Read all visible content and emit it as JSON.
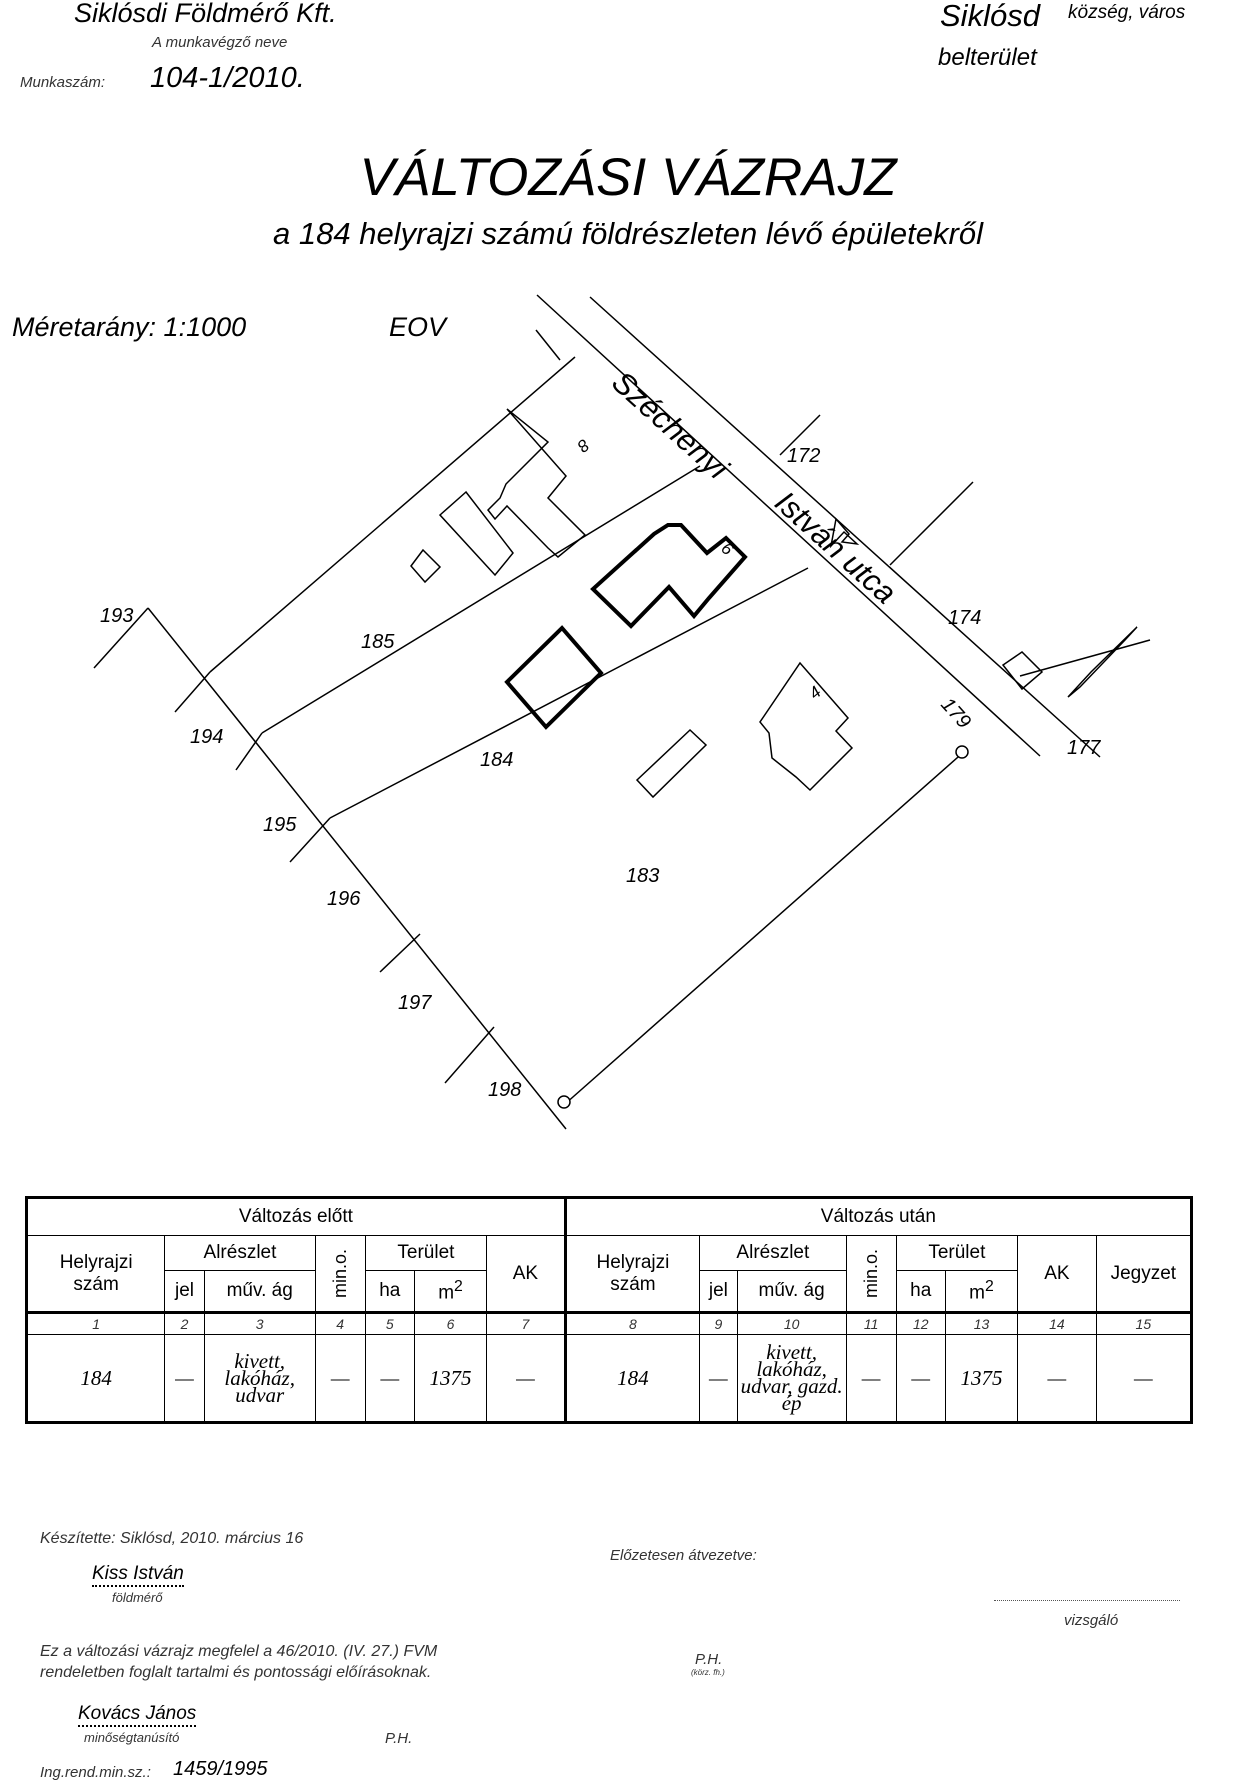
{
  "header": {
    "firm": "Siklósdi Földmérő Kft.",
    "firm_caption": "A munkavégző neve",
    "worknum_label": "Munkaszám:",
    "worknum": "104-1/2010.",
    "town": "Siklósd",
    "town_caption": "község, város",
    "area": "belterület"
  },
  "title": "VÁLTOZÁSI VÁZRAJZ",
  "subtitle": "a 184 helyrajzi számú földrészleten lévő épületekről",
  "scale": "Méretarány: 1:1000",
  "projection": "EOV",
  "map": {
    "street_1": "Széchenyi",
    "street_2": "István utca",
    "parcels": {
      "p193": "193",
      "p194": "194",
      "p195": "195",
      "p196": "196",
      "p197": "197",
      "p198": "198",
      "p185": "185",
      "p184": "184",
      "p183": "183",
      "p172": "172",
      "p174": "174",
      "p177": "177",
      "p179": "179"
    },
    "house_numbers": {
      "h8": "8",
      "h6": "6",
      "h4": "4"
    }
  },
  "table": {
    "before": "Változás előtt",
    "after": "Változás után",
    "hrsz": [
      "Helyrajzi",
      "szám"
    ],
    "subdivision": "Alrészlet",
    "area": "Terület",
    "jel": "jel",
    "muv_ag": "műv. ág",
    "min_o": "min.o.",
    "ha": "ha",
    "m2": "m",
    "m2_sup": "2",
    "ak": "AK",
    "note": "Jegyzet",
    "col_numbers": [
      "1",
      "2",
      "3",
      "4",
      "5",
      "6",
      "7",
      "8",
      "9",
      "10",
      "11",
      "12",
      "13",
      "14",
      "15"
    ],
    "row_before": {
      "hrsz": "184",
      "jel": "—",
      "muv_ag": [
        "kivett,",
        "lakóház,",
        "udvar"
      ],
      "min_o": "—",
      "ha": "—",
      "m2": "1375",
      "ak": "—"
    },
    "row_after": {
      "hrsz": "184",
      "jel": "—",
      "muv_ag": [
        "kivett,",
        "lakóház,",
        "udvar, gazd.",
        "ép"
      ],
      "min_o": "—",
      "ha": "—",
      "m2": "1375",
      "ak": "—",
      "note": "—"
    }
  },
  "footer": {
    "prepared": "Készítette: Siklósd, 2010. március 16",
    "surveyor_name": "Kiss István",
    "surveyor_role": "földmérő",
    "pre_adopted": "Előzetesen átvezetve:",
    "examiner": "vizsgáló",
    "ph_1": "P.H.",
    "ph_1_sub": "(körz. fh.)",
    "statement_1": "Ez a változási vázrajz megfelel a 46/2010. (IV. 27.) FVM",
    "statement_2": "rendeletben foglalt tartalmi és pontossági előírásoknak.",
    "qa_name": "Kovács János",
    "qa_role": "minőségtanúsító",
    "ph_2": "P.H.",
    "reg_label": "Ing.rend.min.sz.:",
    "reg_num": "1459/1995"
  }
}
